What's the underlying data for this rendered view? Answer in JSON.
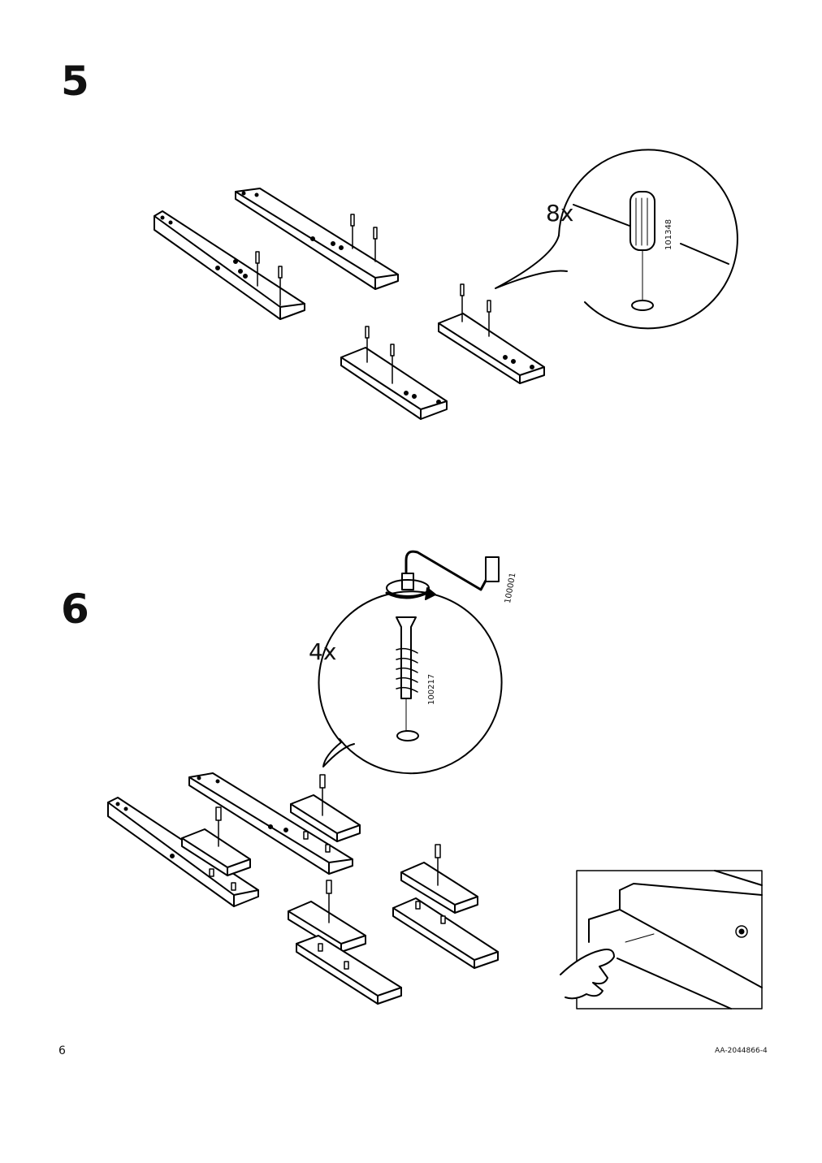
{
  "steps": [
    {
      "number": "5",
      "quantity": "8x",
      "part_number": "101348"
    },
    {
      "number": "6",
      "quantity": "4x",
      "part_number": "100217",
      "tool_part_number": "100001"
    }
  ],
  "footer": {
    "page_number": "6",
    "document_id": "AA-2044866-4"
  }
}
